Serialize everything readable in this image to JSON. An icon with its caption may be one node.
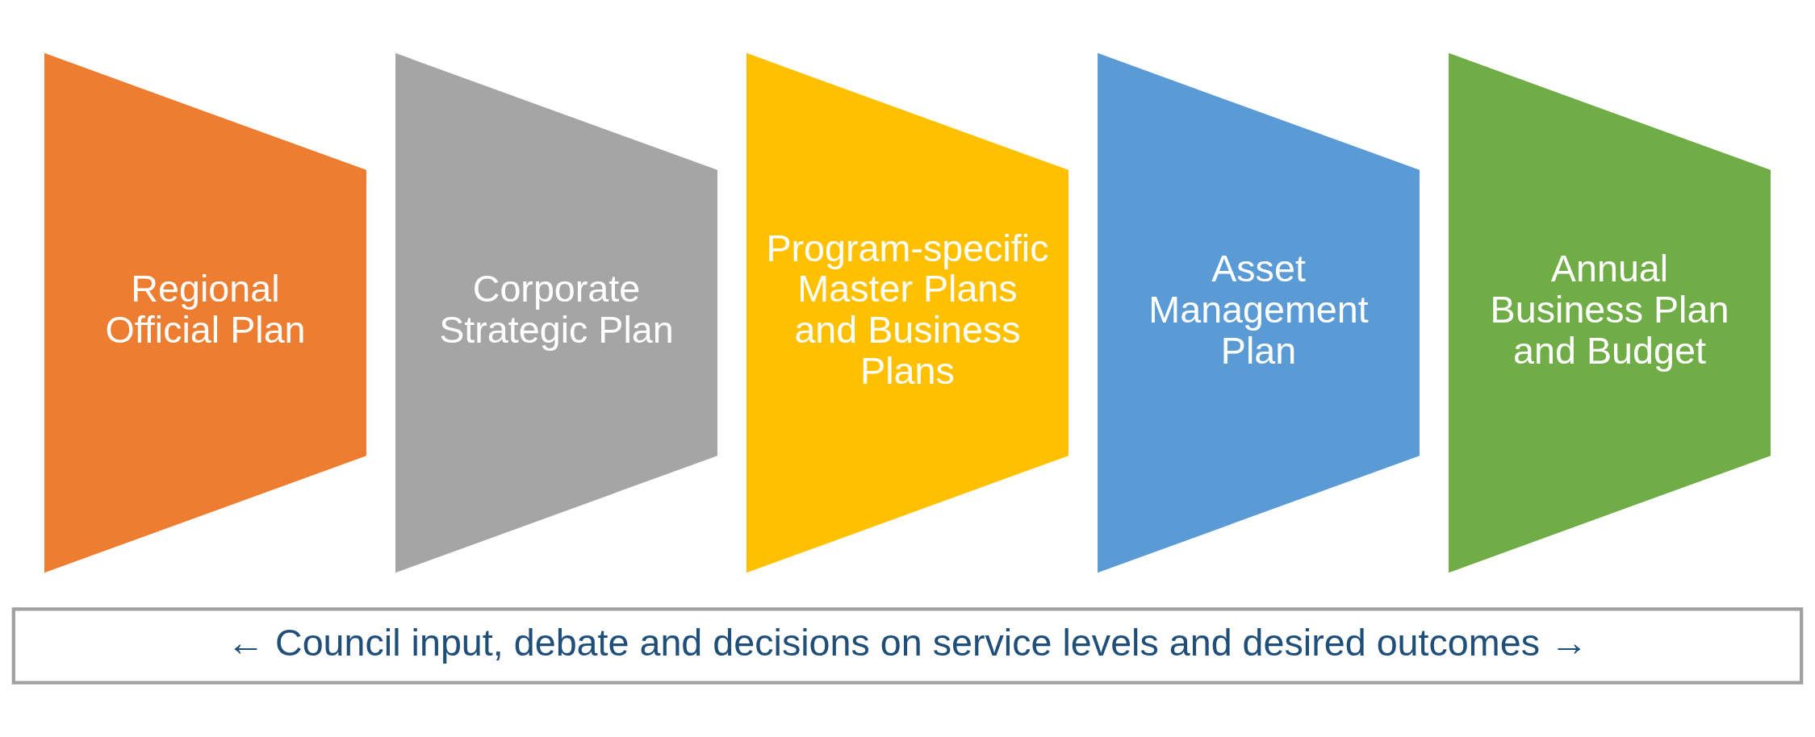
{
  "diagram": {
    "nodes": [
      {
        "text": [
          "Regional Official Plan"
        ]
      },
      {
        "text": [
          "Corporate Strategic Plan"
        ]
      },
      {
        "text": [
          "Program-specific Master Plans and Business Plans"
        ]
      },
      {
        "text": [
          "Asset Management Plan"
        ]
      },
      {
        "text": [
          "Annual Business Plan and Budget"
        ]
      },
      {
        "text": [
          "← Council input, debate and decisions on service levels and desired outcomes →"
        ]
      }
    ],
    "edges": []
  }
}
